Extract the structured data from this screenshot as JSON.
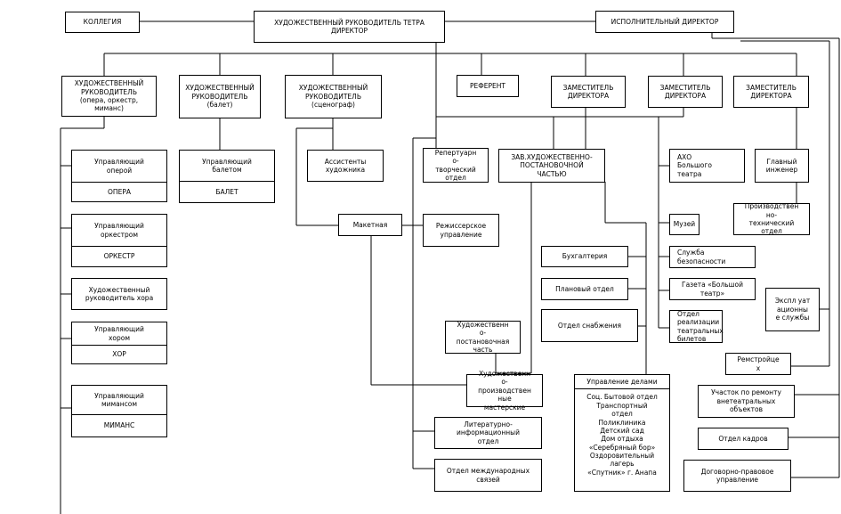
{
  "nodes": {
    "kollegia": "КОЛЛЕГИЯ",
    "art_director": "ХУДОЖЕСТВЕННЫЙ РУКОВОДИТЕЛЬ ТЕТРА\nДИРЕКТОР",
    "exec_director": "ИСПОЛНИТЕЛЬНЫЙ ДИРЕКТОР",
    "art_head_opera": "ХУДОЖЕСТВЕННЫЙ\nРУКОВОДИТЕЛЬ\n(опера, оркестр,\nмиманс)",
    "art_head_ballet": "ХУДОЖЕСТВЕННЫЙ\nРУКОВОДИТЕЛЬ\n(балет)",
    "art_head_scen": "ХУДОЖЕСТВЕННЫЙ\nРУКОВОДИТЕЛЬ\n(сценограф)",
    "referent": "РЕФЕРЕНТ",
    "deputy1": "ЗАМЕСТИТЕЛЬ\nДИРЕКТОРА",
    "deputy2": "ЗАМЕСТИТЕЛЬ\nДИРЕКТОРА",
    "deputy3": "ЗАМЕСТИТЕЛЬ\nДИРЕКТОРА",
    "mgr_opera": "Управляющий\nоперой",
    "opera": "ОПЕРА",
    "mgr_ballet": "Управляющий\nбалетом",
    "ballet": "БАЛЕТ",
    "mgr_orchestra": "Управляющий\nоркестром",
    "orchestra": "ОРКЕСТР",
    "choir_head": "Художественный\nруководитель хора",
    "mgr_choir": "Управляющий\nхором",
    "choir": "ХОР",
    "mgr_mimans": "Управляющий\nмимансом",
    "mimans": "МИМАНС",
    "artist_assist": "Ассистенты\nхудожника",
    "maketnaya": "Макетная",
    "repertoire": "Репертуарн\nо-\nтворческий\nотдел",
    "head_staging": "ЗАВ.ХУДОЖЕСТВЕННО-\nПОСТАНОВОЧНОЙ\nЧАСТЬЮ",
    "directors_dept": "Режиссерское\nуправление",
    "art_staging_part": "Художественн\nо-\nпостановочная\nчасть",
    "art_workshops": "Художественн\nо-\nпроизводствен\nные\nмастерские",
    "literary": "Литературно-\nинформационный\nотдел",
    "intl_relations": "Отдел международных\nсвязей",
    "accounting": "Бухгалтерия",
    "planning": "Плановый  отдел",
    "supply": "Отдел   снабжения",
    "affairs_head": "Управление делами",
    "affairs_body": "Соц. Бытовой отдел\nТранспортный\nотдел\nПоликлиника\nДетский сад\nДом отдыха\n«Серебряный бор»\nОздоровительный\nлагерь\n«Спутник» г. Анапа",
    "axo": "АХО\nБольшого\nтеатра",
    "museum": "Музей",
    "security": "Служба\nбезопасности",
    "newspaper": "Газета «Большой\nтеатр»",
    "ticket_sales": "Отдел\nреализации\nтеатральных\nбилетов",
    "chief_engineer": "Главный\nинженер",
    "production_tech": "Производствен\nно-\nтехнический\nотдел",
    "operations": "Экспл уат\nационны\nе службы",
    "remstroy": "Ремстройце\nх",
    "repair_site": "Участок по ремонту\nвнетеатральных\nобъектов",
    "hr": "Отдел кадров",
    "legal": "Договорно-правовое\nуправление"
  }
}
